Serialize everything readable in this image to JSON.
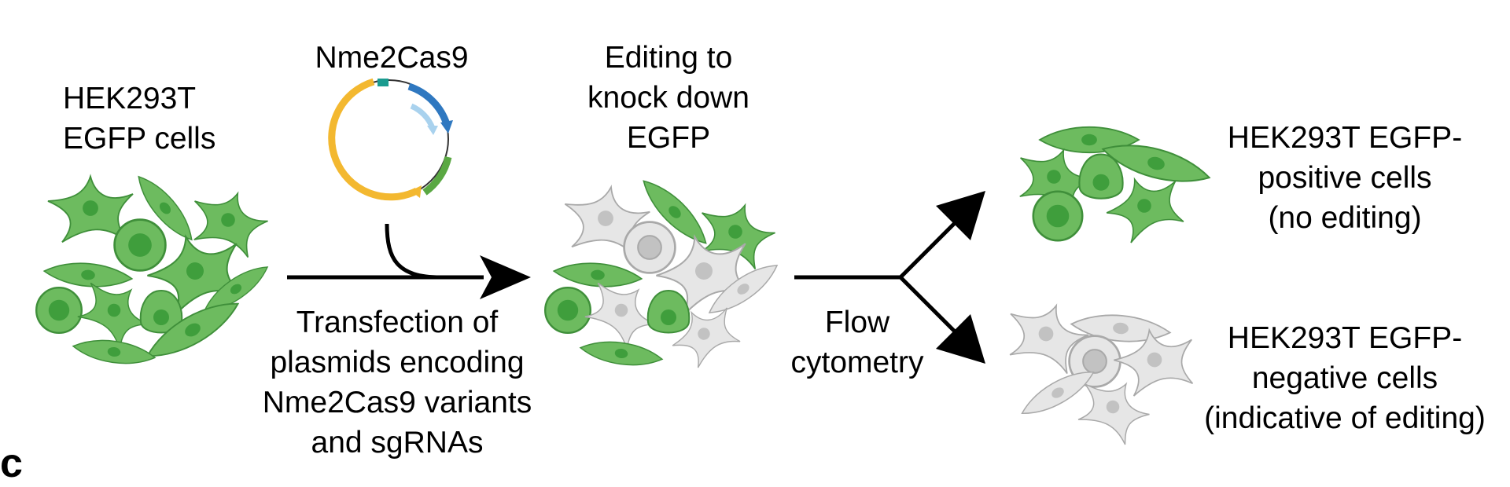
{
  "labels": {
    "start_cells": [
      "HEK293T",
      "EGFP cells"
    ],
    "plasmid": "Nme2Cas9",
    "edited_cells": [
      "Editing to",
      "knock down",
      "EGFP"
    ],
    "transfection": [
      "Transfection of",
      "plasmids encoding",
      "Nme2Cas9 variants",
      "and sgRNAs"
    ],
    "flow": [
      "Flow",
      "cytometry"
    ],
    "positive": [
      "HEK293T EGFP-",
      "positive cells",
      "(no editing)"
    ],
    "negative": [
      "HEK293T EGFP-",
      "negative cells",
      "(indicative of editing)"
    ],
    "panel_letter": "c"
  },
  "colors": {
    "cell_green": "#6dbb5f",
    "cell_green_edge": "#3f8f3a",
    "nucleus_green": "#3f9e3c",
    "cell_gray": "#e6e6e6",
    "cell_gray_edge": "#a9a9a9",
    "nucleus_gray": "#c2c2c2",
    "plasmid_yellow": "#f3b830",
    "plasmid_blue": "#2f78c0",
    "plasmid_lightblue": "#a9d2ee",
    "plasmid_green": "#5aa843",
    "plasmid_teal": "#1a9b8f",
    "arrow": "#000000"
  }
}
